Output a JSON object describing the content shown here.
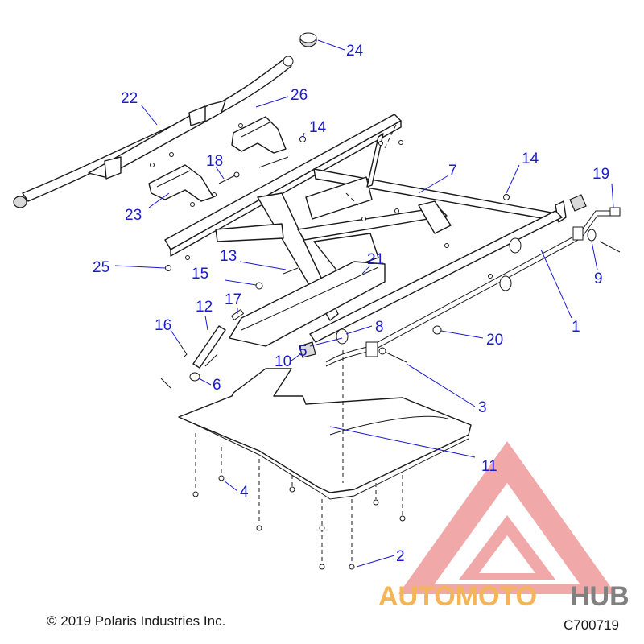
{
  "footer": {
    "copyright": "© 2019 Polaris Industries Inc.",
    "drawing_code": "C700719"
  },
  "watermark": {
    "brand_part1": "AUTOMOTO",
    "brand_part2": "HUB",
    "color_red": "#e07070",
    "color_orange": "#f2a93b",
    "color_gray": "#6b6b6b"
  },
  "callouts": [
    "1",
    "2",
    "3",
    "4",
    "5",
    "6",
    "7",
    "8",
    "9",
    "10",
    "11",
    "12",
    "13",
    "14",
    "14",
    "15",
    "16",
    "17",
    "18",
    "19",
    "20",
    "21",
    "22",
    "23",
    "24",
    "25",
    "26"
  ],
  "colors": {
    "callout": "#1a1ad0",
    "line": "#1a1a1a"
  }
}
